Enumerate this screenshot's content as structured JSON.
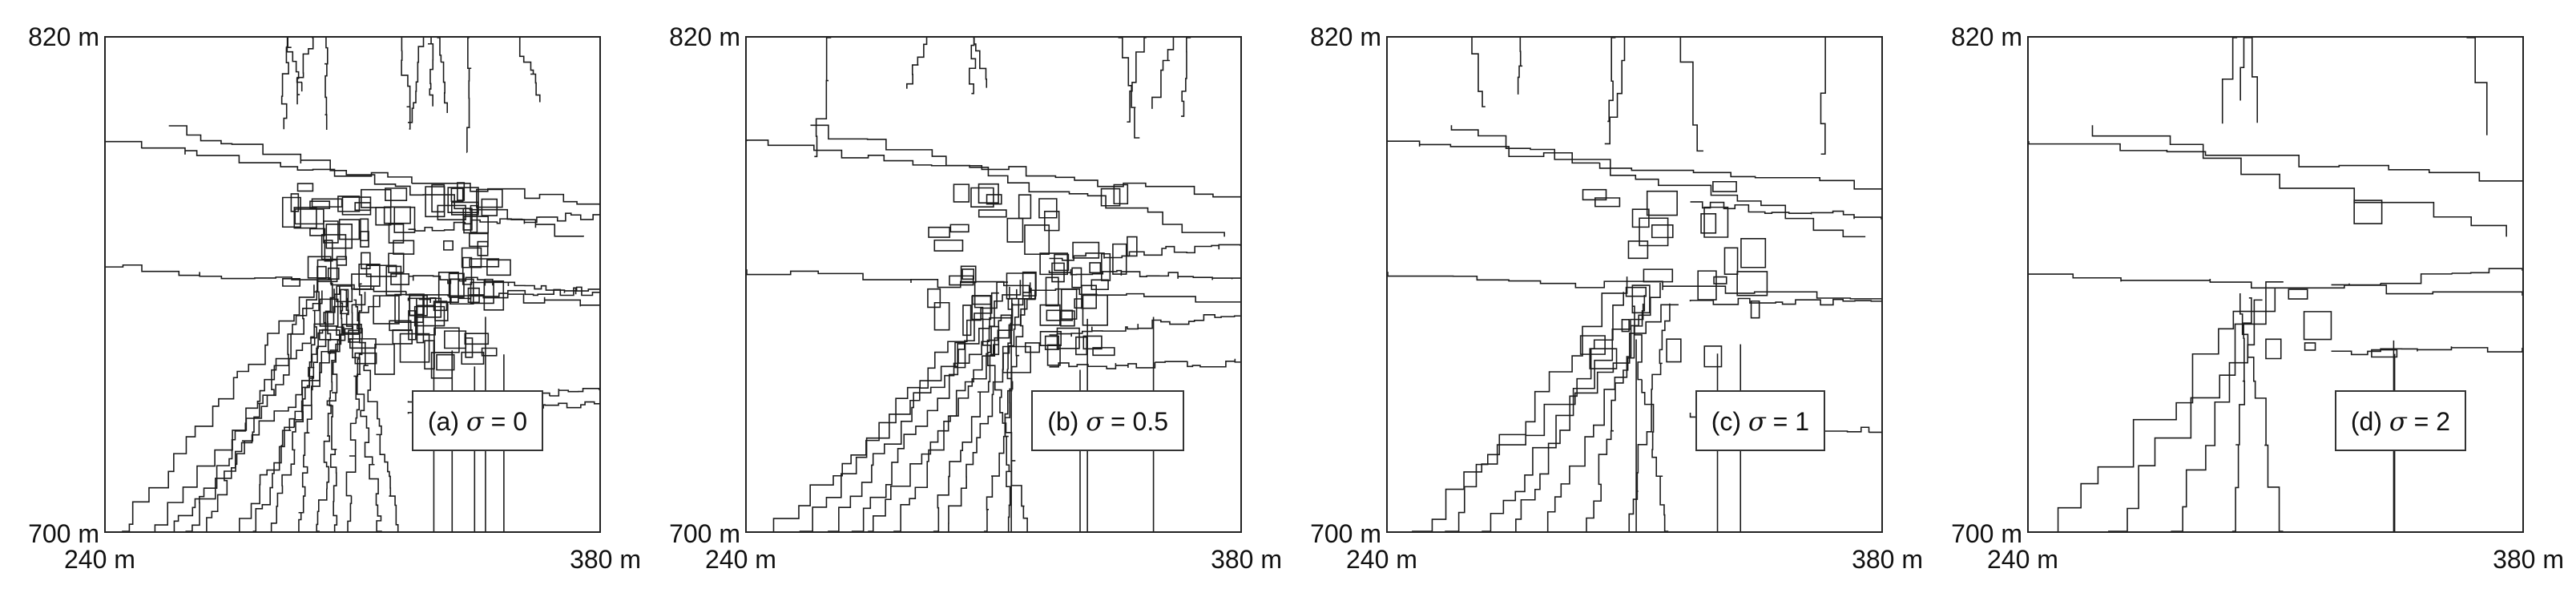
{
  "panels": [
    {
      "paren": "(a)",
      "sigma_symbol": "σ",
      "value_text": "= 0",
      "x_min_label": "240 m",
      "x_max_label": "380 m",
      "y_min_label": "700 m",
      "y_max_label": "820 m",
      "complexity": 4
    },
    {
      "paren": "(b)",
      "sigma_symbol": "σ",
      "value_text": "= 0.5",
      "x_min_label": "240 m",
      "x_max_label": "380 m",
      "y_min_label": "700 m",
      "y_max_label": "820 m",
      "complexity": 3
    },
    {
      "paren": "(c)",
      "sigma_symbol": "σ",
      "value_text": "= 1",
      "x_min_label": "240 m",
      "x_max_label": "380 m",
      "y_min_label": "700 m",
      "y_max_label": "820 m",
      "complexity": 2
    },
    {
      "paren": "(d)",
      "sigma_symbol": "σ",
      "value_text": "= 2",
      "x_min_label": "240 m",
      "x_max_label": "380 m",
      "y_min_label": "700 m",
      "y_max_label": "820 m",
      "complexity": 1
    }
  ],
  "line_color": "#1a1a1a"
}
